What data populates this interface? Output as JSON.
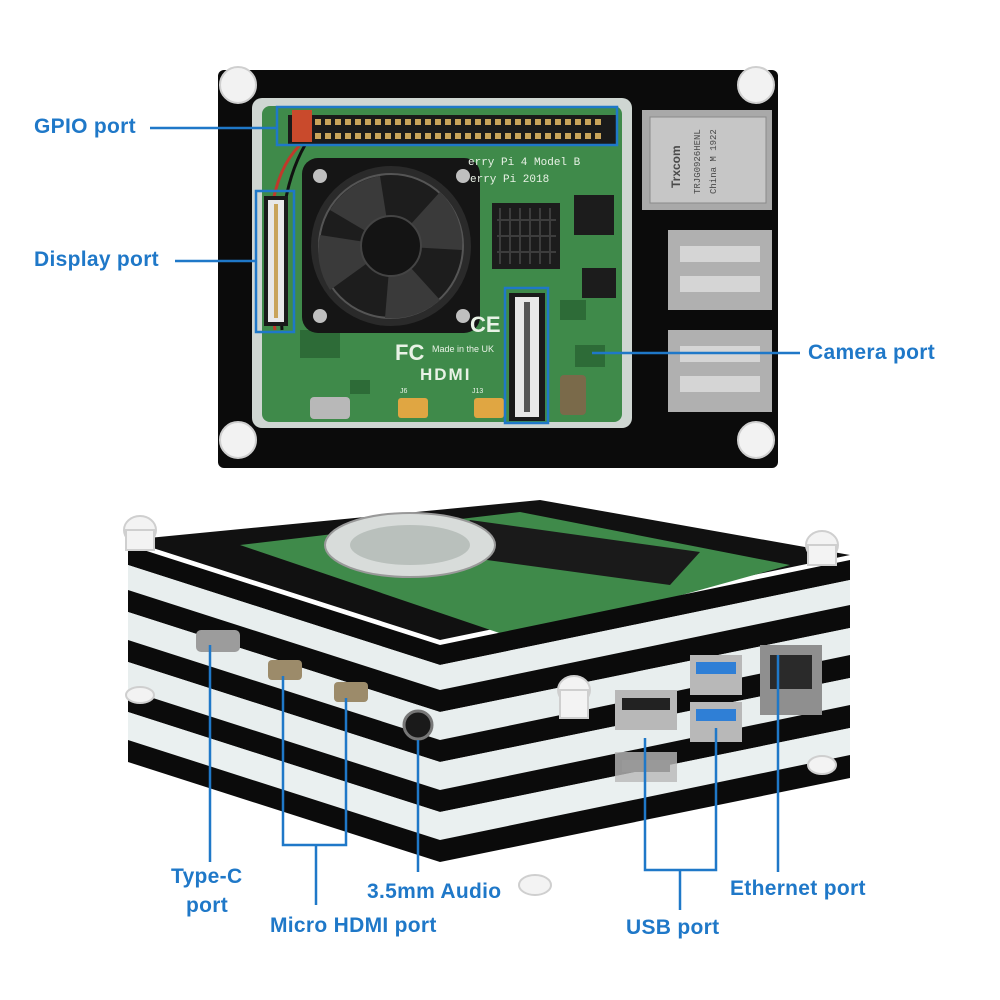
{
  "callouts": {
    "gpio": "GPIO port",
    "display": "Display port",
    "camera": "Camera port",
    "type_c_line1": "Type-C",
    "type_c_line2": "port",
    "micro_hdmi": "Micro HDMI port",
    "audio": "3.5mm Audio",
    "usb": "USB port",
    "ethernet": "Ethernet port"
  },
  "board_print": {
    "model_line1": "erry Pi 4 Model B",
    "model_line2": "erry Pi 2018",
    "made_in": "Made in the UK",
    "hdmi": "HDMI",
    "fc": "FC",
    "ce": "CE",
    "j6": "J6",
    "j13": "J13"
  },
  "ethernet_jack": {
    "brand": "Trxcom",
    "part": "TRJG0926HENL",
    "origin": "China M 1922"
  },
  "colors": {
    "callout": "#1f78c8",
    "pcb": "#3f8a4a",
    "acrylic_black": "#0b0b0b",
    "heatsink": "#1c1c1c"
  }
}
